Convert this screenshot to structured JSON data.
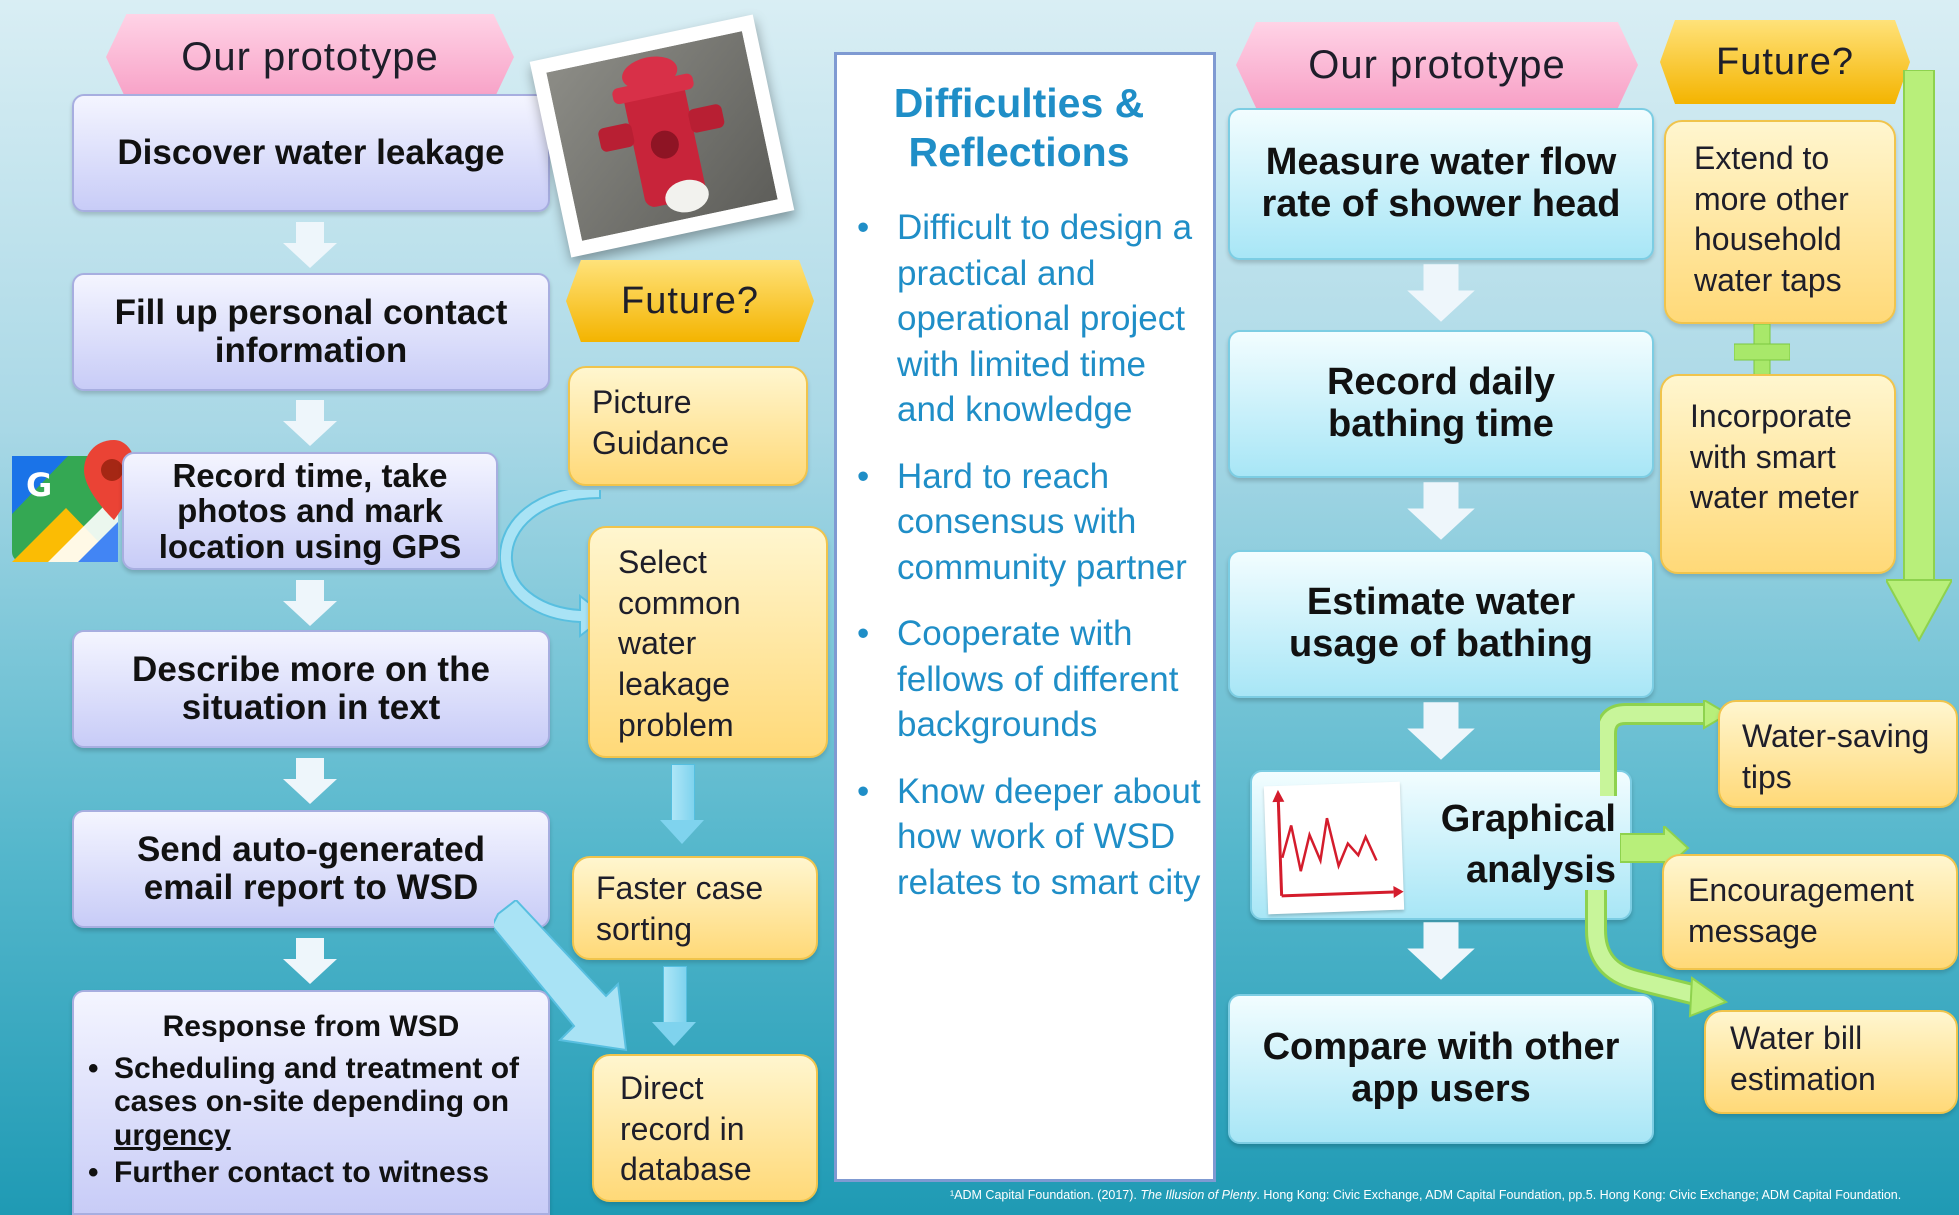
{
  "left_flow": {
    "banner": "Our prototype",
    "steps": [
      "Discover water leakage",
      "Fill up personal contact information",
      "Record time, take photos and mark location using GPS",
      "Describe more on the situation in text",
      "Send auto-generated email report to WSD"
    ],
    "response": {
      "title": "Response from WSD",
      "bullet1_pre": "Scheduling and treatment of cases on-site depending on ",
      "bullet1_underlined": "urgency",
      "bullet2": "Further contact to witness"
    }
  },
  "left_future": {
    "banner": "Future?",
    "items": [
      "Picture Guidance",
      "Select common water leakage problem",
      "Faster case sorting",
      "Direct record in database"
    ]
  },
  "middle": {
    "title": "Difficulties & Reflections",
    "bullets": [
      "Difficult to design a practical and operational project with limited time and knowledge",
      "Hard to reach consensus with community partner",
      "Cooperate with fellows of different backgrounds",
      "Know deeper about how work of WSD relates to smart city"
    ]
  },
  "right_flow": {
    "banner": "Our prototype",
    "steps": [
      "Measure water flow rate of shower head",
      "Record daily bathing time",
      "Estimate water usage of bathing",
      "Graphical analysis",
      "Compare with other app users"
    ]
  },
  "right_future": {
    "banner": "Future?",
    "items": [
      "Extend to more other household water taps",
      "Incorporate with smart water meter"
    ],
    "plus": "+"
  },
  "outputs": [
    "Water-saving tips",
    "Encouragement message",
    "Water bill estimation"
  ],
  "footnote": {
    "pre": "¹ADM Capital Foundation. (2017). ",
    "italic": "The Illusion of Plenty",
    "post": ". Hong Kong: Civic Exchange, ADM Capital Foundation, pp.5. Hong Kong: Civic Exchange; ADM Capital Foundation."
  },
  "colors": {
    "pink_banner": "#f7a0c6",
    "gold_banner": "#f4b400",
    "purple_step": "#c8ccf7",
    "cyan_step": "#a8e6f6",
    "yellow_box": "#ffd978",
    "mid_text": "#1f8ec7",
    "green_arrow": "#b8ef7a"
  },
  "icons": [
    "google-maps-icon",
    "fire-hydrant-photo",
    "line-chart-icon"
  ]
}
